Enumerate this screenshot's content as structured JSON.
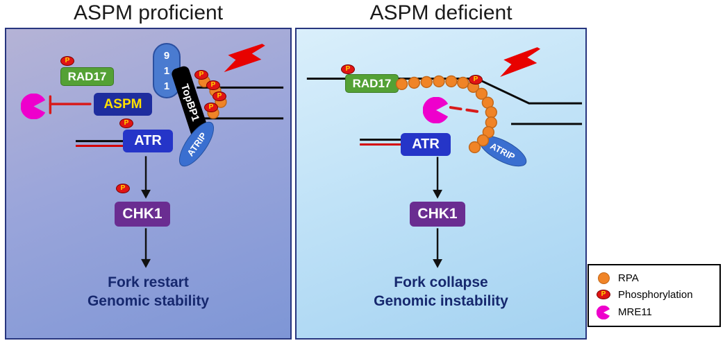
{
  "titles": {
    "left": "ASPM proficient",
    "right": "ASPM deficient"
  },
  "left": {
    "rad17": "RAD17",
    "clamp": {
      "n1": "9",
      "n2": "1",
      "n3": "1"
    },
    "topbp1": "TopBP1",
    "aspm": "ASPM",
    "atr": "ATR",
    "atrip": "ATRIP",
    "chk1": "CHK1",
    "outcome1": "Fork restart",
    "outcome2": "Genomic stability"
  },
  "right": {
    "rad17": "RAD17",
    "atr": "ATR",
    "atrip": "ATRIP",
    "chk1": "CHK1",
    "outcome1": "Fork collapse",
    "outcome2": "Genomic instability"
  },
  "badge": {
    "p": "P"
  },
  "legend": {
    "items": [
      {
        "label": "RPA"
      },
      {
        "label": "Phosphorylation"
      },
      {
        "label": "MRE11"
      }
    ]
  },
  "icons": {
    "rpa": "orange-circle",
    "phosphorylation": "red-p-badge",
    "mre11": "magenta-pacman",
    "dna_damage": "red-lightning-bolt",
    "inhibition": "red-t-bar",
    "resection": "red-dashed-line"
  },
  "colors": {
    "rad17_green": "#54a135",
    "aspm_navy": "#1e2d9e",
    "aspm_text_yellow": "#ffe000",
    "atr_blue": "#2535c8",
    "chk1_purple": "#6a2d91",
    "clamp_blue": "#4a7bd0",
    "topbp1_black": "#000000",
    "atrip_blue": "#3a6fd0",
    "rpa_orange": "#f08427",
    "phospho_red": "#e01414",
    "phospho_text_yellow": "#ffd900",
    "mre11_magenta": "#ee00cc",
    "lightning_red": "#e80200",
    "dna_black": "#0a0a0a",
    "nascent_red": "#d40000",
    "outcome_navy": "#16286e",
    "panel_left_bg": "#9aa5da",
    "panel_right_bg": "#c0e2f7"
  }
}
